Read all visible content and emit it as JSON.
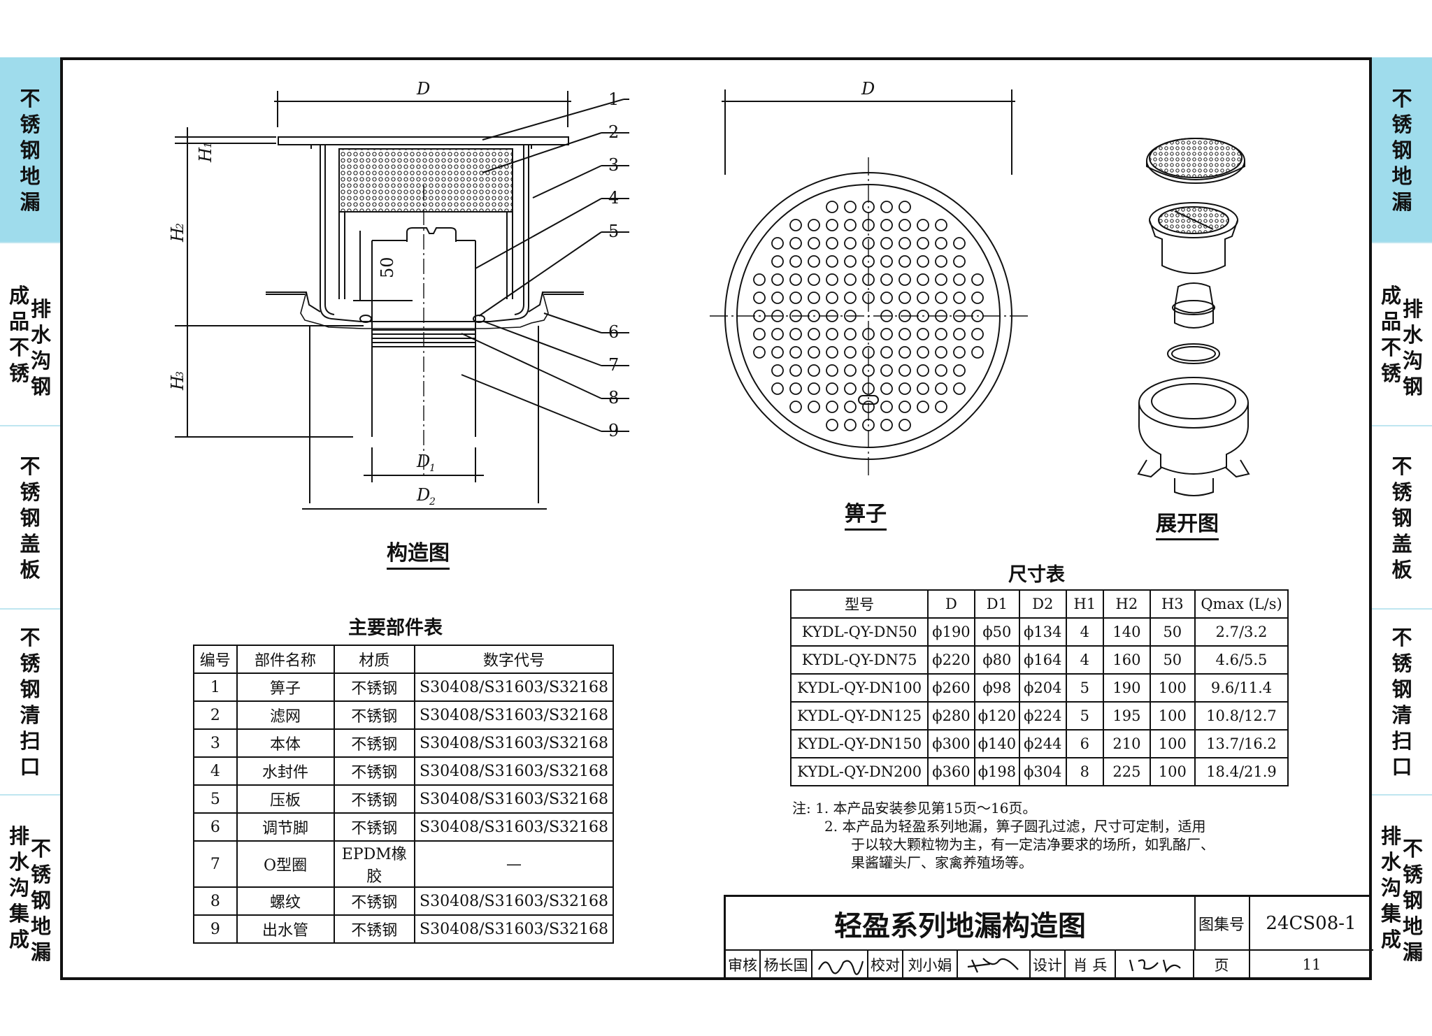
{
  "side_tabs": [
    {
      "chars": [
        "不",
        "锈",
        "钢",
        "地",
        "漏"
      ],
      "active": true
    },
    {
      "chars": [
        "成",
        "排",
        "品",
        "水",
        "不",
        "沟",
        "锈",
        "钢"
      ],
      "active": false,
      "twocol": true
    },
    {
      "chars": [
        "不",
        "锈",
        "钢",
        "盖",
        "板"
      ],
      "active": false
    },
    {
      "chars": [
        "不",
        "锈",
        "钢",
        "清",
        "扫",
        "口"
      ],
      "active": false
    },
    {
      "chars": [
        "排",
        "不",
        "水",
        "锈",
        "沟",
        "钢",
        "集",
        "地",
        "成",
        "漏"
      ],
      "active": false,
      "twocol": true
    }
  ],
  "drawing": {
    "dim_D": "D",
    "dim_D1": "D",
    "dim_D1_sub": "1",
    "dim_D2": "D",
    "dim_D2_sub": "2",
    "dim_H1": "H",
    "dim_H1_sub": "1",
    "dim_H2": "H",
    "dim_H2_sub": "2",
    "dim_H3": "H",
    "dim_H3_sub": "3",
    "dim_50": "50",
    "dim_grate_D": "D",
    "callouts": [
      "1",
      "2",
      "3",
      "4",
      "5",
      "6",
      "7",
      "8",
      "9"
    ],
    "caption_structure": "构造图",
    "caption_grate": "箅子",
    "caption_exploded": "展开图"
  },
  "parts_table": {
    "title": "主要部件表",
    "headers": [
      "编号",
      "部件名称",
      "材质",
      "数字代号"
    ],
    "rows": [
      [
        "1",
        "箅子",
        "不锈钢",
        "S30408/S31603/S32168"
      ],
      [
        "2",
        "滤网",
        "不锈钢",
        "S30408/S31603/S32168"
      ],
      [
        "3",
        "本体",
        "不锈钢",
        "S30408/S31603/S32168"
      ],
      [
        "4",
        "水封件",
        "不锈钢",
        "S30408/S31603/S32168"
      ],
      [
        "5",
        "压板",
        "不锈钢",
        "S30408/S31603/S32168"
      ],
      [
        "6",
        "调节脚",
        "不锈钢",
        "S30408/S31603/S32168"
      ],
      [
        "7",
        "O型圈",
        "EPDM橡胶",
        "—"
      ],
      [
        "8",
        "螺纹",
        "不锈钢",
        "S30408/S31603/S32168"
      ],
      [
        "9",
        "出水管",
        "不锈钢",
        "S30408/S31603/S32168"
      ]
    ]
  },
  "dim_table": {
    "title": "尺寸表",
    "headers": [
      "型号",
      "D",
      "D1",
      "D2",
      "H1",
      "H2",
      "H3",
      "Qmax (L/s)"
    ],
    "rows": [
      [
        "KYDL-QY-DN50",
        "ϕ190",
        "ϕ50",
        "ϕ134",
        "4",
        "140",
        "50",
        "2.7/3.2"
      ],
      [
        "KYDL-QY-DN75",
        "ϕ220",
        "ϕ80",
        "ϕ164",
        "4",
        "160",
        "50",
        "4.6/5.5"
      ],
      [
        "KYDL-QY-DN100",
        "ϕ260",
        "ϕ98",
        "ϕ204",
        "5",
        "190",
        "100",
        "9.6/11.4"
      ],
      [
        "KYDL-QY-DN125",
        "ϕ280",
        "ϕ120",
        "ϕ224",
        "5",
        "195",
        "100",
        "10.8/12.7"
      ],
      [
        "KYDL-QY-DN150",
        "ϕ300",
        "ϕ140",
        "ϕ244",
        "6",
        "210",
        "100",
        "13.7/16.2"
      ],
      [
        "KYDL-QY-DN200",
        "ϕ360",
        "ϕ198",
        "ϕ304",
        "8",
        "225",
        "100",
        "18.4/21.9"
      ]
    ]
  },
  "notes": {
    "line1": "注: 1. 本产品安装参见第15页～16页。",
    "line2": "2. 本产品为轻盈系列地漏，箅子圆孔过滤，尺寸可定制，适用",
    "line3": "于以较大颗粒物为主，有一定洁净要求的场所，如乳酪厂、",
    "line4": "果酱罐头厂、家禽养殖场等。"
  },
  "title_block": {
    "title": "轻盈系列地漏构造图",
    "atlas_label": "图集号",
    "atlas_number": "24CS08-1",
    "review_label": "审核",
    "reviewer": "杨长国",
    "check_label": "校对",
    "checker": "刘小娟",
    "design_label": "设计",
    "designer": "肖 兵",
    "page_label": "页",
    "page_number": "11"
  },
  "colors": {
    "tab_active": "#9fdcec",
    "line": "#111111"
  }
}
